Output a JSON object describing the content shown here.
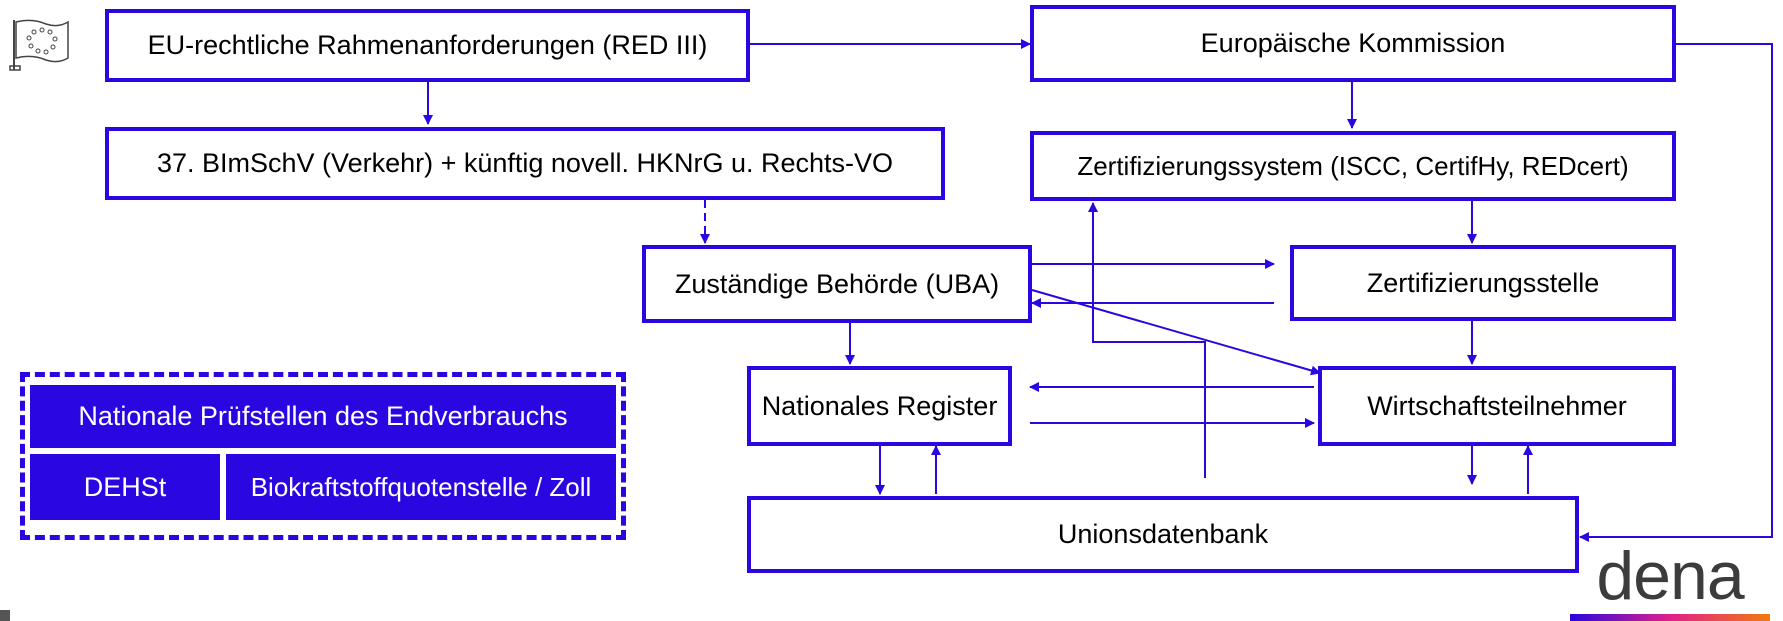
{
  "nodes": {
    "eu_framework": "EU-rechtliche Rahmenanforderungen (RED III)",
    "bimschv": "37. BImSchV (Verkehr) + künftig novell. HKNrG u. Rechts-VO",
    "authority": "Zuständige Behörde (UBA)",
    "commission": "Europäische Kommission",
    "cert_system": "Zertifizierungssystem (ISCC, CertifHy, REDcert)",
    "cert_body": "Zertifizierungsstelle",
    "national_register": "Nationales Register",
    "operators": "Wirtschaftsteilnehmer",
    "union_db": "Unionsdatenbank"
  },
  "prufstellen": {
    "title": "Nationale Prüfstellen des Endverbrauchs",
    "left": "DEHSt",
    "right": "Biokraftstoffquotenstelle / Zoll"
  },
  "logo": {
    "text": "dena"
  },
  "colors": {
    "accent": "#2a06e0"
  },
  "icons": {
    "eu": "eu-flag-icon"
  }
}
